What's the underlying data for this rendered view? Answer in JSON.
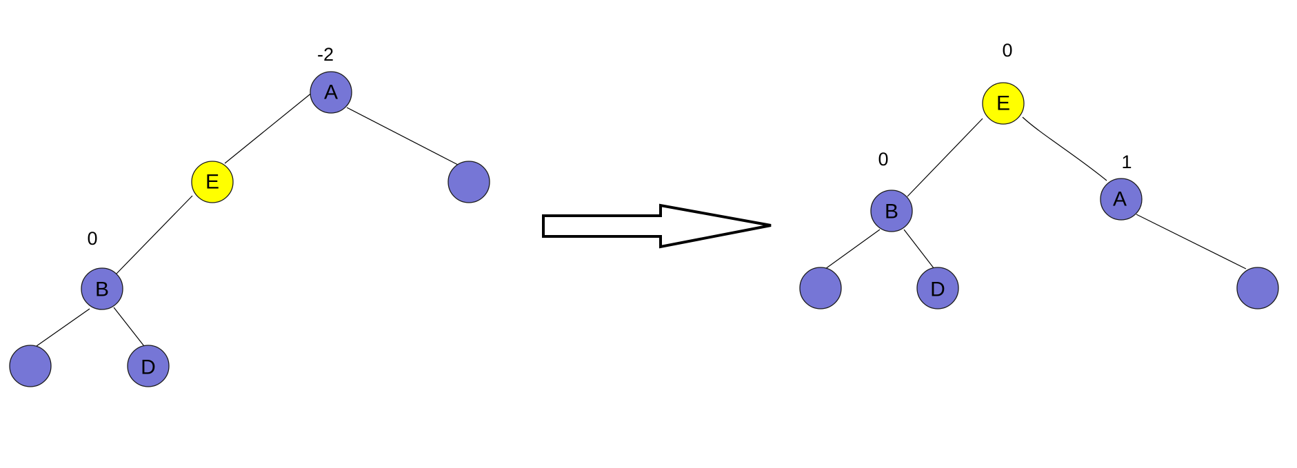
{
  "colors": {
    "node_default": "#7676d6",
    "node_highlight": "#ffff00",
    "edge": "#000000",
    "arrow_fill": "#ffffff",
    "arrow_stroke": "#000000"
  },
  "before_tree": {
    "nodes": {
      "a": {
        "label": "A",
        "balance": "-2",
        "highlight": false
      },
      "e": {
        "label": "E",
        "balance": "",
        "highlight": true
      },
      "r": {
        "label": "",
        "balance": "",
        "highlight": false
      },
      "b": {
        "label": "B",
        "balance": "0",
        "highlight": false
      },
      "bl": {
        "label": "",
        "balance": "",
        "highlight": false
      },
      "d": {
        "label": "D",
        "balance": "",
        "highlight": false
      }
    }
  },
  "after_tree": {
    "nodes": {
      "e": {
        "label": "E",
        "balance": "0",
        "highlight": true
      },
      "b": {
        "label": "B",
        "balance": "0",
        "highlight": false
      },
      "a": {
        "label": "A",
        "balance": "1",
        "highlight": false
      },
      "bl": {
        "label": "",
        "balance": "",
        "highlight": false
      },
      "d": {
        "label": "D",
        "balance": "",
        "highlight": false
      },
      "ar": {
        "label": "",
        "balance": "",
        "highlight": false
      }
    }
  }
}
